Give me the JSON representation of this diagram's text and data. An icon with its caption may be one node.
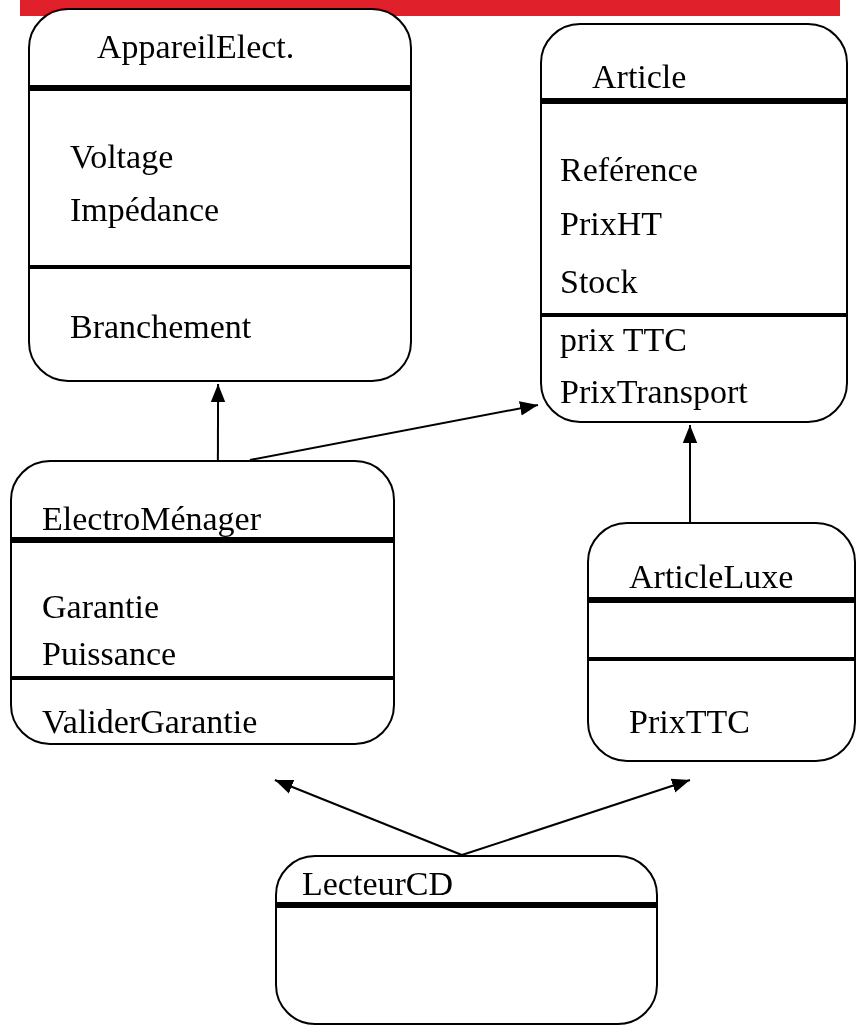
{
  "diagram": {
    "nodes": [
      {
        "text": [
          "AppareilElect.",
          "Voltage",
          "Impédance",
          "Branchement"
        ]
      },
      {
        "text": [
          "Article",
          "Reférence",
          "PrixHT",
          "Stock",
          "prix TTC",
          "PrixTransport"
        ]
      },
      {
        "text": [
          "ElectroMénager",
          "Garantie",
          "Puissance",
          "ValiderGarantie"
        ]
      },
      {
        "text": [
          "ArticleLuxe",
          "PrixTTC"
        ]
      },
      {
        "text": [
          "LecteurCD"
        ]
      }
    ],
    "edges": [
      {
        "from": 2,
        "to": 0,
        "arrow": "to"
      },
      {
        "from": 2,
        "to": 1,
        "arrow": "to"
      },
      {
        "from": 3,
        "to": 1,
        "arrow": "to"
      },
      {
        "from": 4,
        "to": 2,
        "arrow": "to"
      },
      {
        "from": 4,
        "to": 3,
        "arrow": "to"
      }
    ]
  }
}
